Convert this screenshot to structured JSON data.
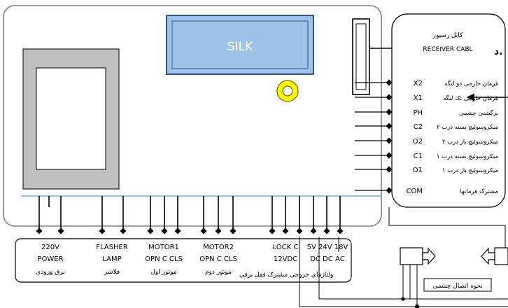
{
  "display": {
    "label": "SILK"
  },
  "receiver": {
    "fa": "کابل رسیور",
    "en": "RECEIVER CABL"
  },
  "cut_label": "د.",
  "right_terminals": [
    {
      "fa": "فرمان خارجی دو لنگه",
      "code": "X2"
    },
    {
      "fa": "فرمان خارجی تک لنگه",
      "code": "X1"
    },
    {
      "fa": "برگشتی چشمی",
      "code": "PH"
    },
    {
      "fa": "میکروسوئیچ بسته درب ۲",
      "code": "C2"
    },
    {
      "fa": "میکروسوئیچ باز درب ۲",
      "code": "O2"
    },
    {
      "fa": "میکروسوئیچ بسته درب ۱",
      "code": "C1"
    },
    {
      "fa": "میکروسوئیچ باز درب ۱",
      "code": "O1"
    },
    {
      "fa": "مشترک فرمانها",
      "code": "COM"
    }
  ],
  "bottom_groups": [
    {
      "line1": "220V",
      "line2": "POWER",
      "line3": "برق ورودی"
    },
    {
      "line1": "FLASHER",
      "line2": "LAMP",
      "line3": "فلاشر"
    },
    {
      "line1": "MOTOR1",
      "line2": "OPN  C  CLS",
      "line3": "موتور اول"
    },
    {
      "line1": "MOTOR2",
      "line2": "OPN  C  CLS",
      "line3": "موتور دوم"
    },
    {
      "line1": "LOCK   C",
      "line2": "12VDC",
      "line3": ""
    },
    {
      "line1": "5V 24V 18V",
      "line2": "DC  DC  AC",
      "line3": ""
    }
  ],
  "bottom_footer": "ولتاژهای خروجی مشترک قفل برقی",
  "photocell_label": "نحوه اتصال چشمی",
  "colors": {
    "display_fill": "#9dc3e6",
    "display_stroke": "#2f5597",
    "transformer_fill": "#bfbfbf",
    "ring": "#ffff00",
    "ring_stroke": "#7f6000",
    "board_stroke": "#7f7f7f",
    "bus_line": "#5b9bd5"
  }
}
